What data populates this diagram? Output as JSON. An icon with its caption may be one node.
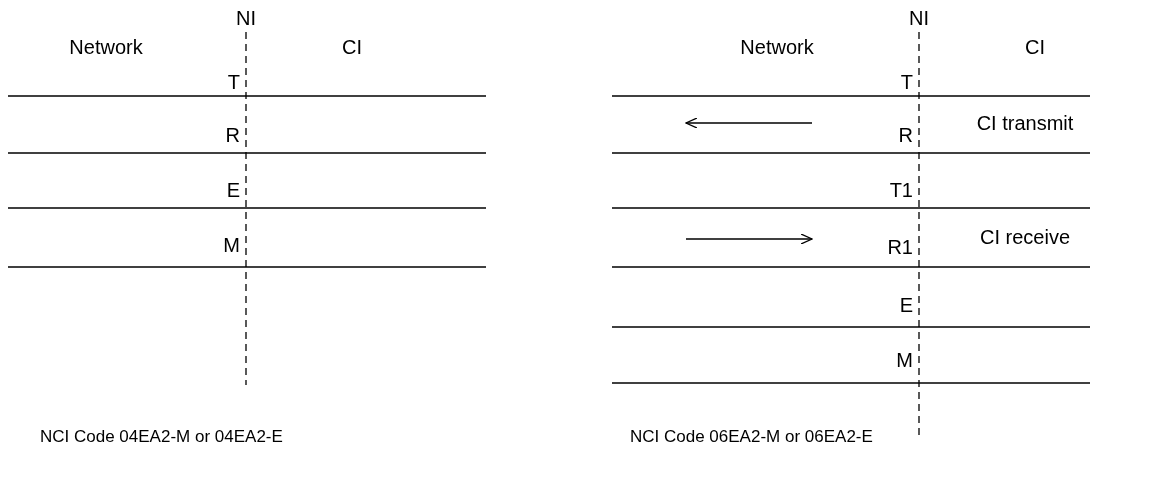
{
  "diagram": {
    "labels": [
      "NI",
      "Network",
      "CI",
      "T",
      "R",
      "E",
      "M",
      "NCI Code 04EA2-M or 04EA2-E",
      "NI",
      "Network",
      "CI",
      "T",
      "R",
      "CI transmit",
      "T1",
      "R1",
      "CI receive",
      "E",
      "M",
      "NCI Code 06EA2-M or 06EA2-E"
    ]
  }
}
